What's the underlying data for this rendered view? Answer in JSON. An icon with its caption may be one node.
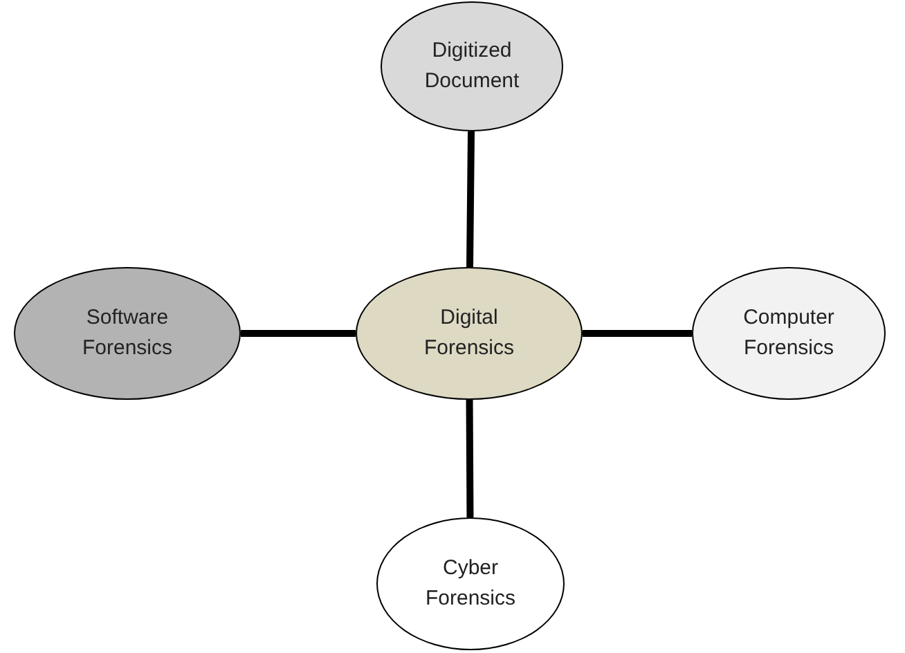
{
  "diagram": {
    "nodes": [
      {
        "text": [
          "Digitized Document"
        ]
      },
      {
        "text": [
          "Software Forensics"
        ]
      },
      {
        "text": [
          "Digital Forensics"
        ]
      },
      {
        "text": [
          "Computer Forensics"
        ]
      },
      {
        "text": [
          "Cyber Forensics"
        ]
      }
    ],
    "edges": [
      {
        "from": 2,
        "to": 0,
        "arrow": "none"
      },
      {
        "from": 2,
        "to": 1,
        "arrow": "none"
      },
      {
        "from": 2,
        "to": 3,
        "arrow": "none"
      },
      {
        "from": 2,
        "to": 4,
        "arrow": "none"
      }
    ]
  }
}
